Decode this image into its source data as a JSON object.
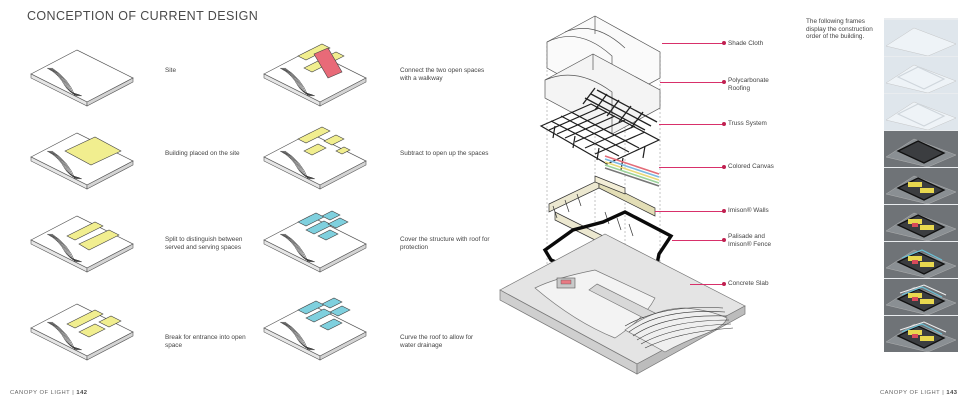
{
  "title": "CONCEPTION OF CURRENT DESIGN",
  "steps": [
    {
      "caption": "Site",
      "kind": "site"
    },
    {
      "caption": "Building placed on the site",
      "kind": "block"
    },
    {
      "caption": "Split to distinguish between served and serving spaces",
      "kind": "split"
    },
    {
      "caption": "Break for entrance into open space",
      "kind": "break"
    },
    {
      "caption": "Connect the two open spaces with a walkway",
      "kind": "connect"
    },
    {
      "caption": "Subtract to open up the spaces",
      "kind": "subtract"
    },
    {
      "caption": "Cover the structure with roof for protection",
      "kind": "cover"
    },
    {
      "caption": "Curve the roof to allow for water drainage",
      "kind": "curve"
    }
  ],
  "layers": [
    {
      "label": "Shade Cloth"
    },
    {
      "label": "Polycarbonate Roofing"
    },
    {
      "label": "Truss System"
    },
    {
      "label": "Colored Canvas"
    },
    {
      "label": "Imison® Walls"
    },
    {
      "label": "Palisade and Imison® Fence"
    },
    {
      "label": "Concrete Slab"
    }
  ],
  "note": "The following frames display the construction order of the building.",
  "footer": {
    "left_text": "CANOPY OF LIGHT | ",
    "left_page": "142",
    "right_text": "CANOPY OF LIGHT | ",
    "right_page": "143"
  },
  "colors": {
    "yellow": "#f1ee8f",
    "red": "#e86a78",
    "blue": "#7fd0de",
    "leader": "#d8306a"
  }
}
